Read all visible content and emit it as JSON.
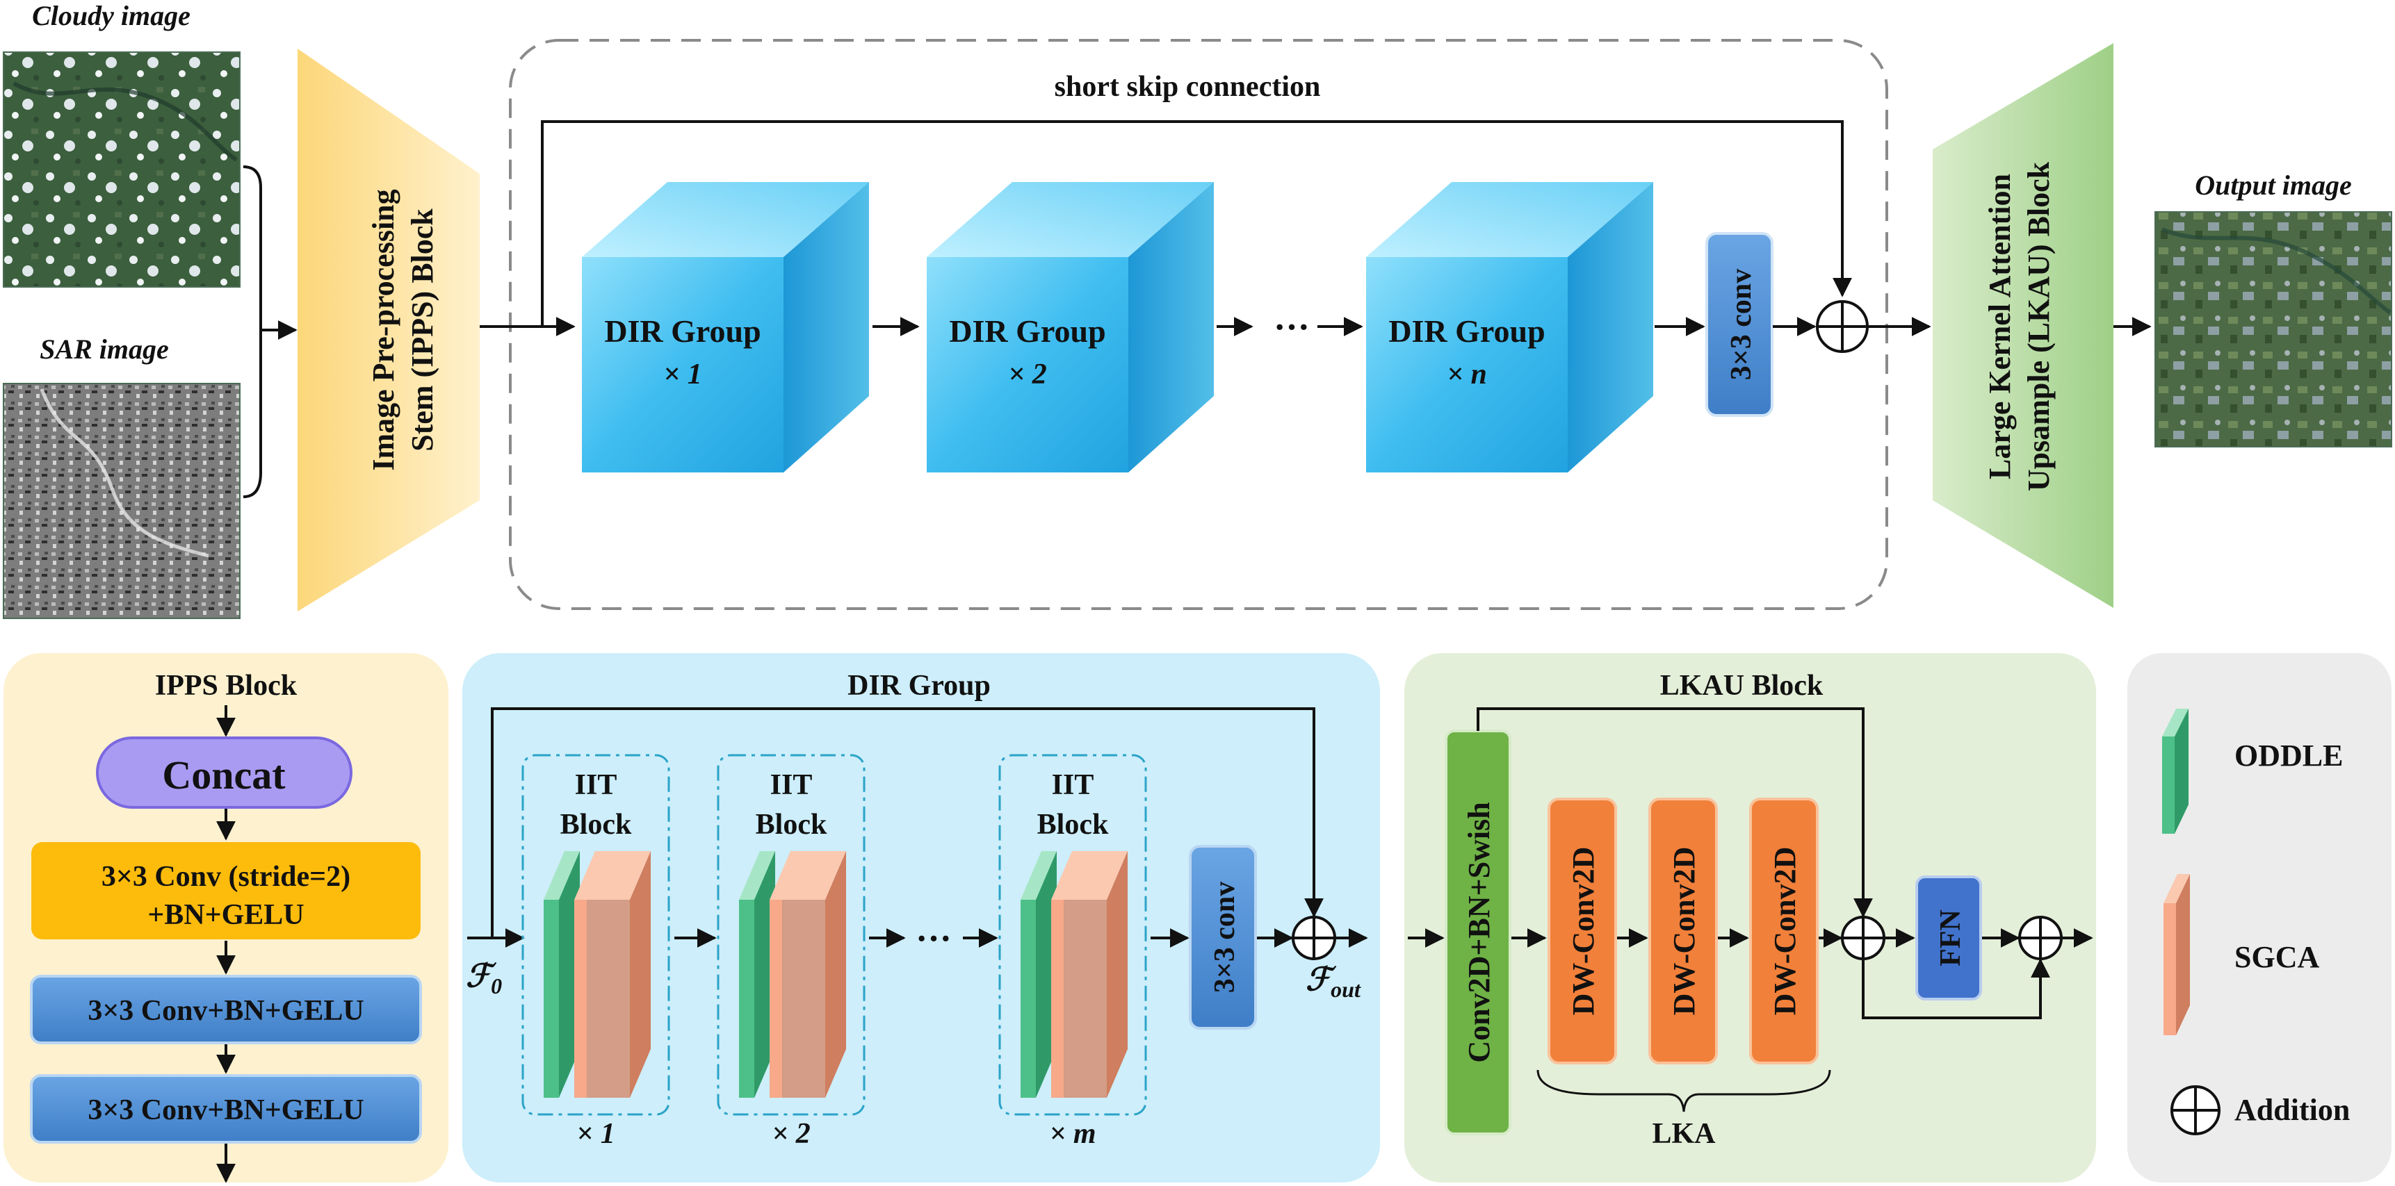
{
  "top": {
    "cloudy_image_label": "Cloudy image",
    "sar_image_label": "SAR image",
    "ipps_stem_line1": "Image Pre-processing",
    "ipps_stem_line2": "Stem (IPPS) Block",
    "short_skip_label": "short skip connection",
    "dir_groups": [
      {
        "label": "DIR Group",
        "mult": "× 1"
      },
      {
        "label": "DIR Group",
        "mult": "× 2"
      },
      {
        "label": "DIR Group",
        "mult": "× n"
      }
    ],
    "ellipsis": "···",
    "conv_label": "3×3 conv",
    "lkau_stem_line1": "Large Kernel Attention",
    "lkau_stem_line2": "Upsample (LKAU) Block",
    "output_image_label": "Output image"
  },
  "ipps_block": {
    "title": "IPPS Block",
    "concat": "Concat",
    "conv1_line1": "3×3 Conv (stride=2)",
    "conv1_line2": "+BN+GELU",
    "conv2": "3×3 Conv+BN+GELU",
    "conv3": "3×3 Conv+BN+GELU"
  },
  "dir_group_block": {
    "title": "DIR Group",
    "iit_blocks": [
      {
        "line1": "IIT",
        "line2": "Block",
        "mult": "× 1"
      },
      {
        "line1": "IIT",
        "line2": "Block",
        "mult": "× 2"
      },
      {
        "line1": "IIT",
        "line2": "Block",
        "mult": "× m"
      }
    ],
    "ellipsis": "···",
    "conv_label": "3×3 conv",
    "f0": "ℱ",
    "f0_sub": "0",
    "fout": "ℱ",
    "fout_sub": "out"
  },
  "lkau_block": {
    "title": "LKAU Block",
    "conv_swish": "Conv2D+BN+Swish",
    "dw_convs": [
      "DW-Conv2D",
      "DW-Conv2D",
      "DW-Conv2D"
    ],
    "lka_label": "LKA",
    "ffn": "FFN"
  },
  "legend": {
    "oddle": "ODDLE",
    "sgca": "SGCA",
    "addition": "Addition"
  },
  "colors": {
    "ipps_yellow": "#fde6a8",
    "ipps_panel": "#fdf1cf",
    "dir_cube": "#2fb2ea",
    "dir_panel": "#cdeefa",
    "lkau_panel": "#e4efd9",
    "lkau_green": "#b9dca2",
    "conv_blue": "#4f8fd6",
    "concat_purple": "#a99bf2",
    "conv_orange": "#fdbb0c",
    "dw_orange": "#f1803a",
    "conv_green": "#6fb246",
    "ffn_blue": "#4173cc",
    "oddle_green": "#3fae7a",
    "sgca_salmon": "#e8a17e",
    "legend_panel": "#ececec"
  }
}
